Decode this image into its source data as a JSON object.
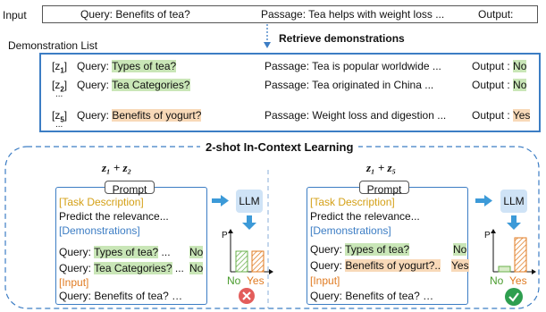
{
  "colors": {
    "blue": "#3c7dc4",
    "green_hl": "#c9e6b7",
    "orange_hl": "#f8d9b8",
    "task": "#d4a017",
    "input": "#e07b22",
    "bar_green": "#6ab04c",
    "bar_orange": "#e07b22",
    "cross": "#e35d5b",
    "check": "#2e9e4f"
  },
  "top": {
    "input_label": "Input",
    "query": "Query: Benefits of tea?",
    "passage": "Passage: Tea helps with weight loss ...",
    "output": "Output:"
  },
  "retrieve_label": "Retrieve demonstrations",
  "demo_list": {
    "title": "Demonstration List",
    "rows": [
      {
        "z": "[z",
        "sub": "1",
        "zclose": "]",
        "query_prefix": "Query: ",
        "query": "Types of tea?",
        "passage": "Passage: Tea is popular worldwide ...",
        "output_prefix": "Output : ",
        "output": "No"
      },
      {
        "z": "[z",
        "sub": "2",
        "zclose": "]",
        "query_prefix": "Query: ",
        "query": "Tea Categories?",
        "passage": "Passage: Tea originated in China ...",
        "output_prefix": "Output : ",
        "output": "No"
      },
      {
        "z": "[z",
        "sub": "5",
        "zclose": "]",
        "query_prefix": "Query: ",
        "query": "Benefits of yogurt?",
        "passage": "Passage: Weight loss and digestion ...",
        "output_prefix": "Output : ",
        "output": "Yes"
      }
    ],
    "ellipsis": "..."
  },
  "icl_title": "2-shot In-Context Learning",
  "panels": [
    {
      "formula": "z₁ + z₂",
      "prompt_label": "Prompt",
      "task_header": "[Task Description]",
      "task_text": "Predict the relevance...",
      "demo_header": "[Demonstrations]",
      "demos": [
        {
          "prefix": "Query: ",
          "query": "Types of tea?",
          "dots": " ...",
          "label": "No"
        },
        {
          "prefix": "Query: ",
          "query": "Tea Categories?",
          "dots": " ...",
          "label": "No"
        }
      ],
      "input_header": "[Input]",
      "input_text": "Query: Benefits of tea? …",
      "llm": "LLM",
      "axis_p": "P",
      "no": "No",
      "yes": "Yes",
      "p_no": 0.55,
      "p_yes": 0.55,
      "result": "incorrect"
    },
    {
      "formula": "z₁ + z₅",
      "prompt_label": "Prompt",
      "task_header": "[Task Description]",
      "task_text": "Predict the relevance...",
      "demo_header": "[Demonstrations]",
      "demos": [
        {
          "prefix": "Query: ",
          "query": "Types of tea?",
          "dots": "",
          "label": "No"
        },
        {
          "prefix": "Query: ",
          "query": "Benefits of yogurt?..",
          "dots": "",
          "label": "Yes"
        }
      ],
      "input_header": "[Input]",
      "input_text": "Query: Benefits of tea? …",
      "llm": "LLM",
      "axis_p": "P",
      "no": "No",
      "yes": "Yes",
      "p_no": 0.15,
      "p_yes": 0.9,
      "result": "correct"
    }
  ]
}
